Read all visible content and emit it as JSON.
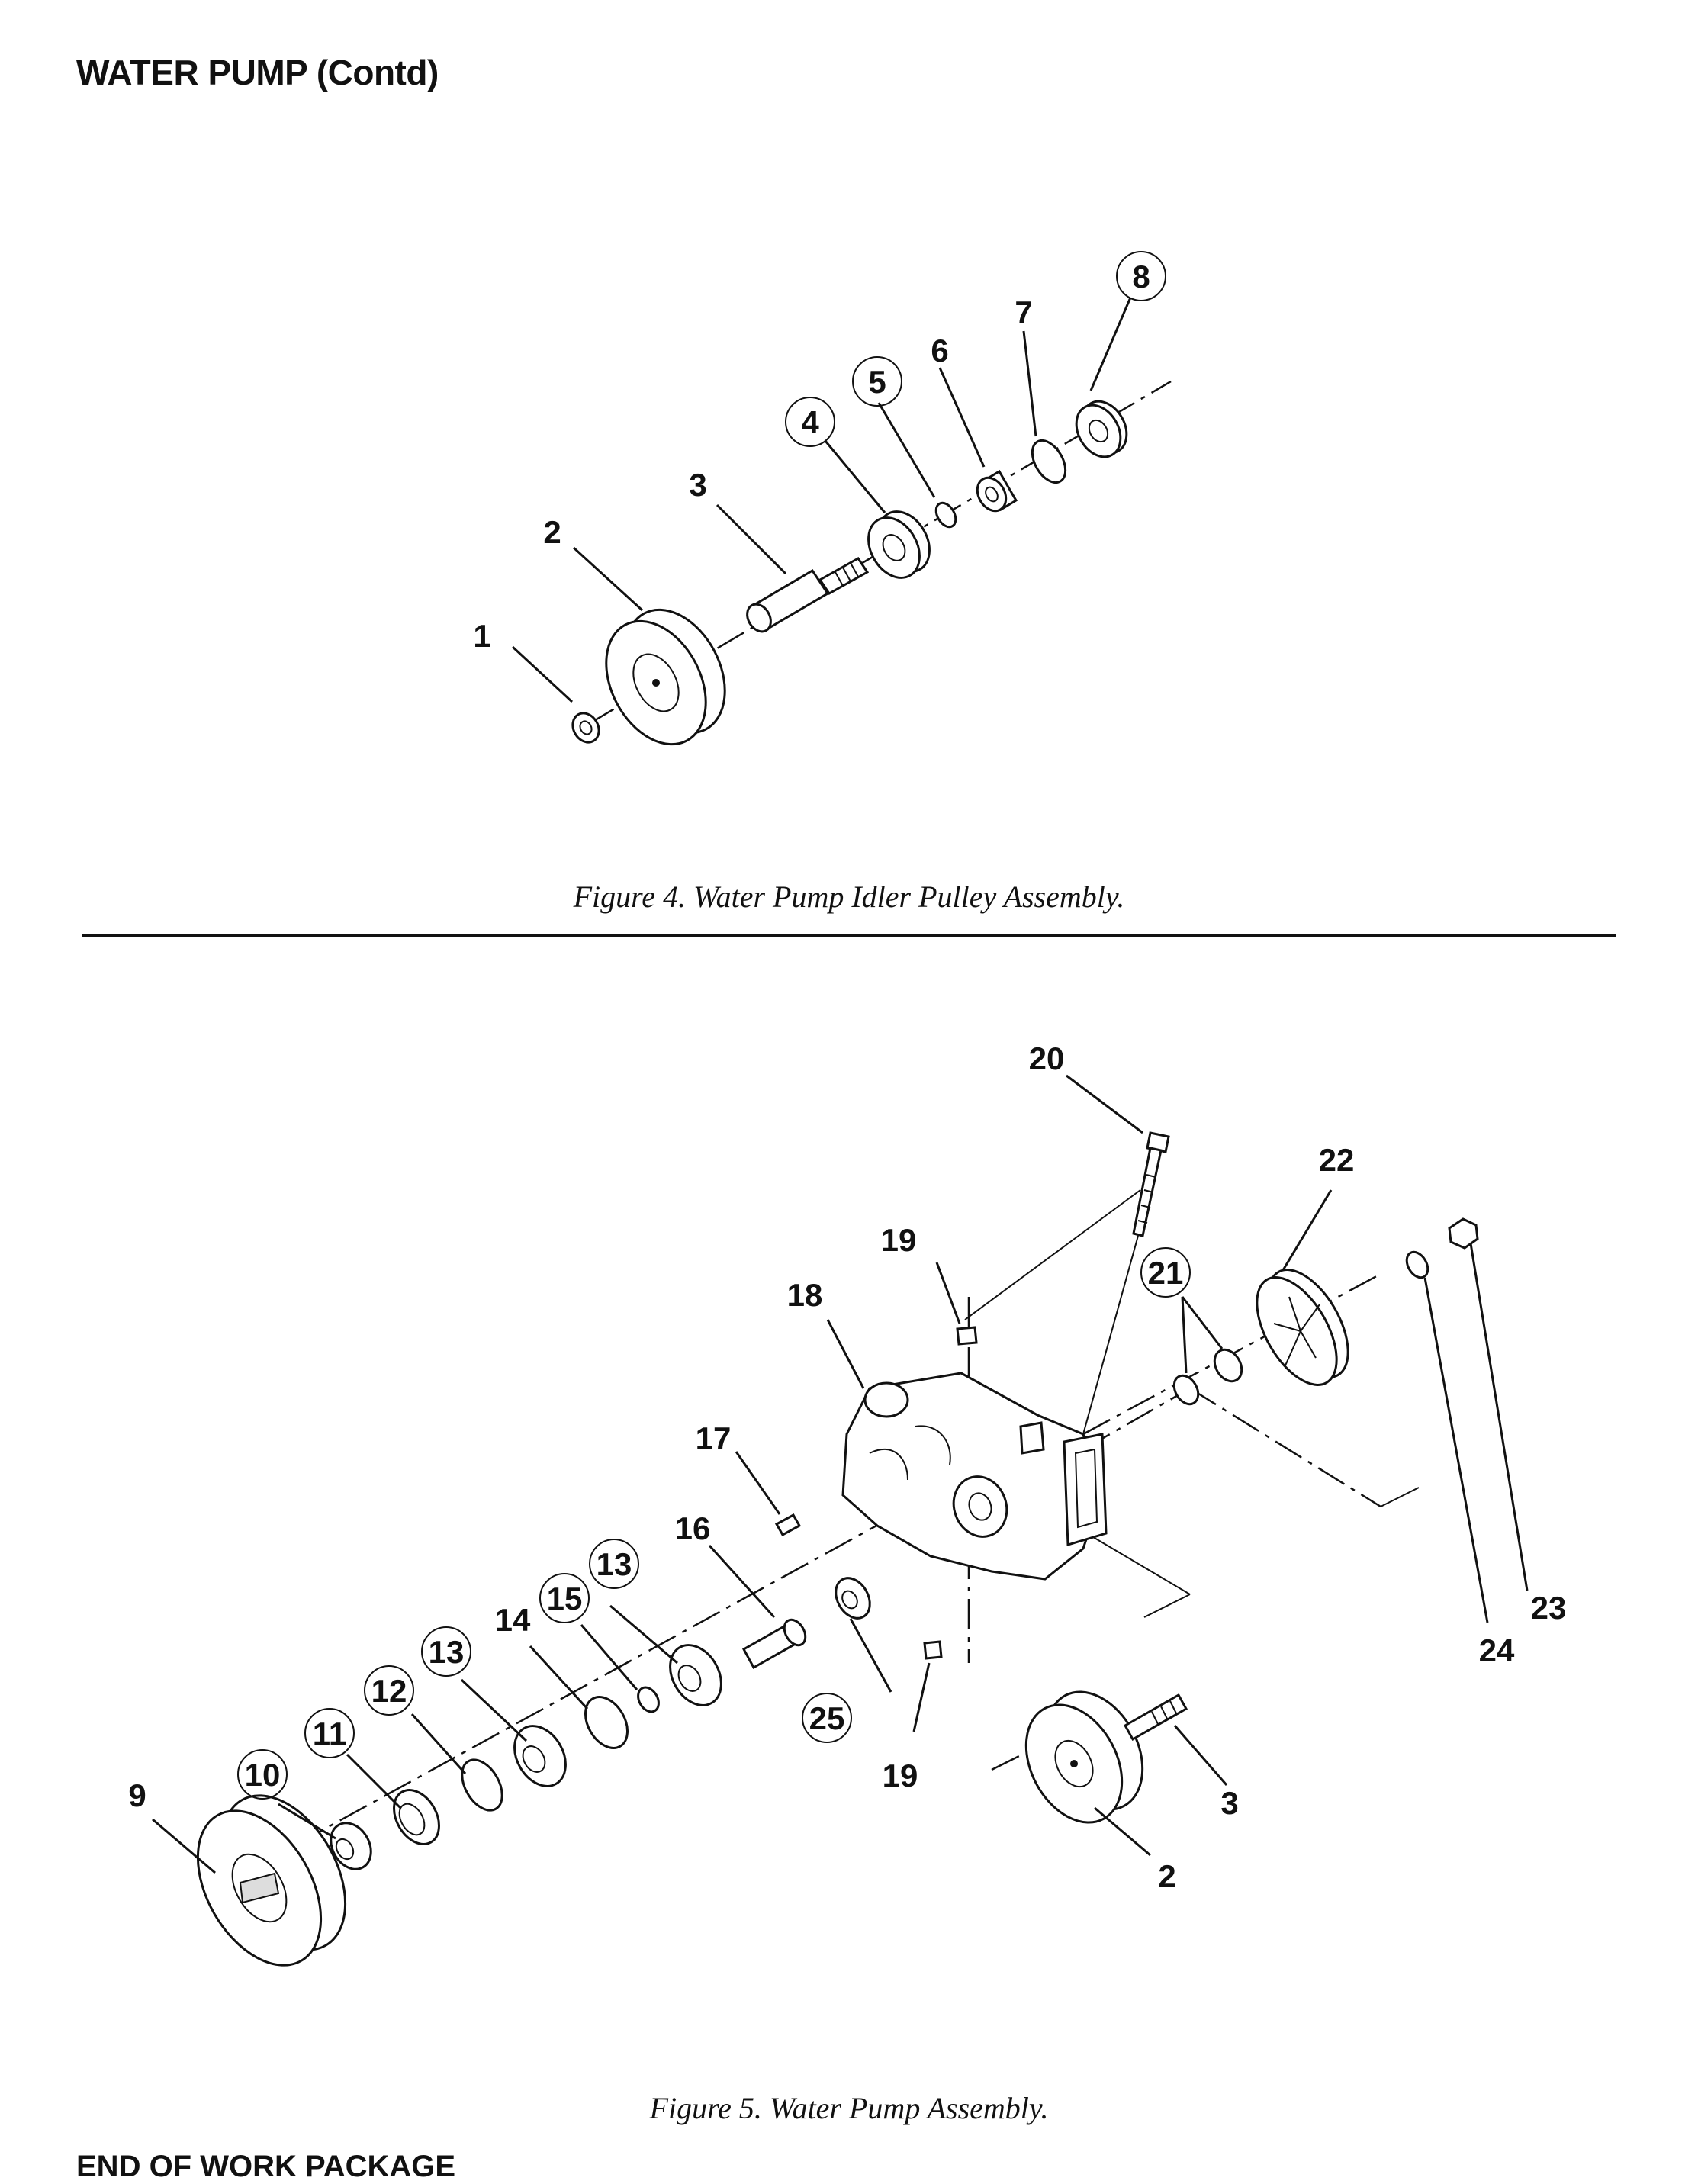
{
  "header": {
    "title": "WATER PUMP (Contd)"
  },
  "figure4": {
    "caption": "Figure 4. Water Pump Idler Pulley Assembly.",
    "callouts": [
      "1",
      "2",
      "3",
      "4",
      "5",
      "6",
      "7",
      "8"
    ]
  },
  "figure5": {
    "caption": "Figure 5. Water Pump Assembly.",
    "callouts": [
      "2",
      "3",
      "9",
      "10",
      "11",
      "12",
      "13",
      "13",
      "14",
      "15",
      "16",
      "17",
      "18",
      "19",
      "19",
      "20",
      "21",
      "22",
      "23",
      "24",
      "25"
    ]
  },
  "footer": {
    "text": "END OF WORK PACKAGE"
  }
}
